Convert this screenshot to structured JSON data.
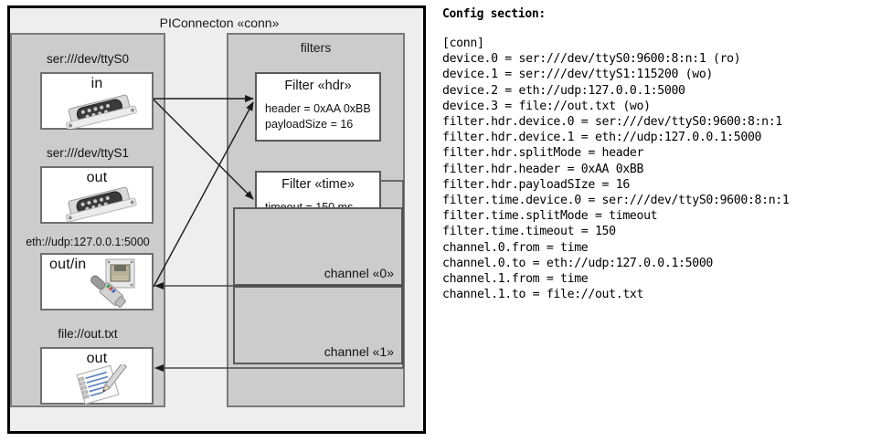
{
  "diagram": {
    "title": "PIConnecton «conn»",
    "devices_group": {
      "devices": [
        {
          "label": "ser:///dev/ttyS0",
          "direction": "in",
          "icon": "serial-port-icon"
        },
        {
          "label": "ser:///dev/ttyS1",
          "direction": "out",
          "icon": "serial-port-icon"
        },
        {
          "label": "eth://udp:127.0.0.1:5000",
          "direction": "out/in",
          "icon": "ethernet-jack-icon"
        },
        {
          "label": "file://out.txt",
          "direction": "out",
          "icon": "text-file-icon"
        }
      ]
    },
    "filters_group": {
      "title": "filters",
      "filters": [
        {
          "title": "Filter «hdr»",
          "props": [
            "header = 0xAA 0xBB",
            "payloadSize = 16"
          ]
        },
        {
          "title": "Filter «time»",
          "props": [
            "timeout = 150 ms"
          ]
        }
      ],
      "channels": [
        {
          "label": "channel «0»"
        },
        {
          "label": "channel «1»"
        }
      ]
    }
  },
  "config": {
    "heading": "Config section:",
    "lines": "[conn]\ndevice.0 = ser:///dev/ttyS0:9600:8:n:1 (ro)\ndevice.1 = ser:///dev/ttyS1:115200 (wo)\ndevice.2 = eth://udp:127.0.0.1:5000\ndevice.3 = file://out.txt (wo)\nfilter.hdr.device.0 = ser:///dev/ttyS0:9600:8:n:1\nfilter.hdr.device.1 = eth://udp:127.0.0.1:5000\nfilter.hdr.splitMode = header\nfilter.hdr.header = 0xAA 0xBB\nfilter.hdr.payloadSIze = 16\nfilter.time.device.0 = ser:///dev/ttyS0:9600:8:n:1\nfilter.time.splitMode = timeout\nfilter.time.timeout = 150\nchannel.0.from = time\nchannel.0.to = eth://udp:127.0.0.1:5000\nchannel.1.from = time\nchannel.1.to = file://out.txt"
  },
  "colors": {
    "outer_fill": "#eeeeee",
    "group_fill": "#cccccc",
    "box_fill": "#ffffff",
    "border_dark": "#000000",
    "border_mid": "#5a5a5a",
    "text": "#111111"
  }
}
